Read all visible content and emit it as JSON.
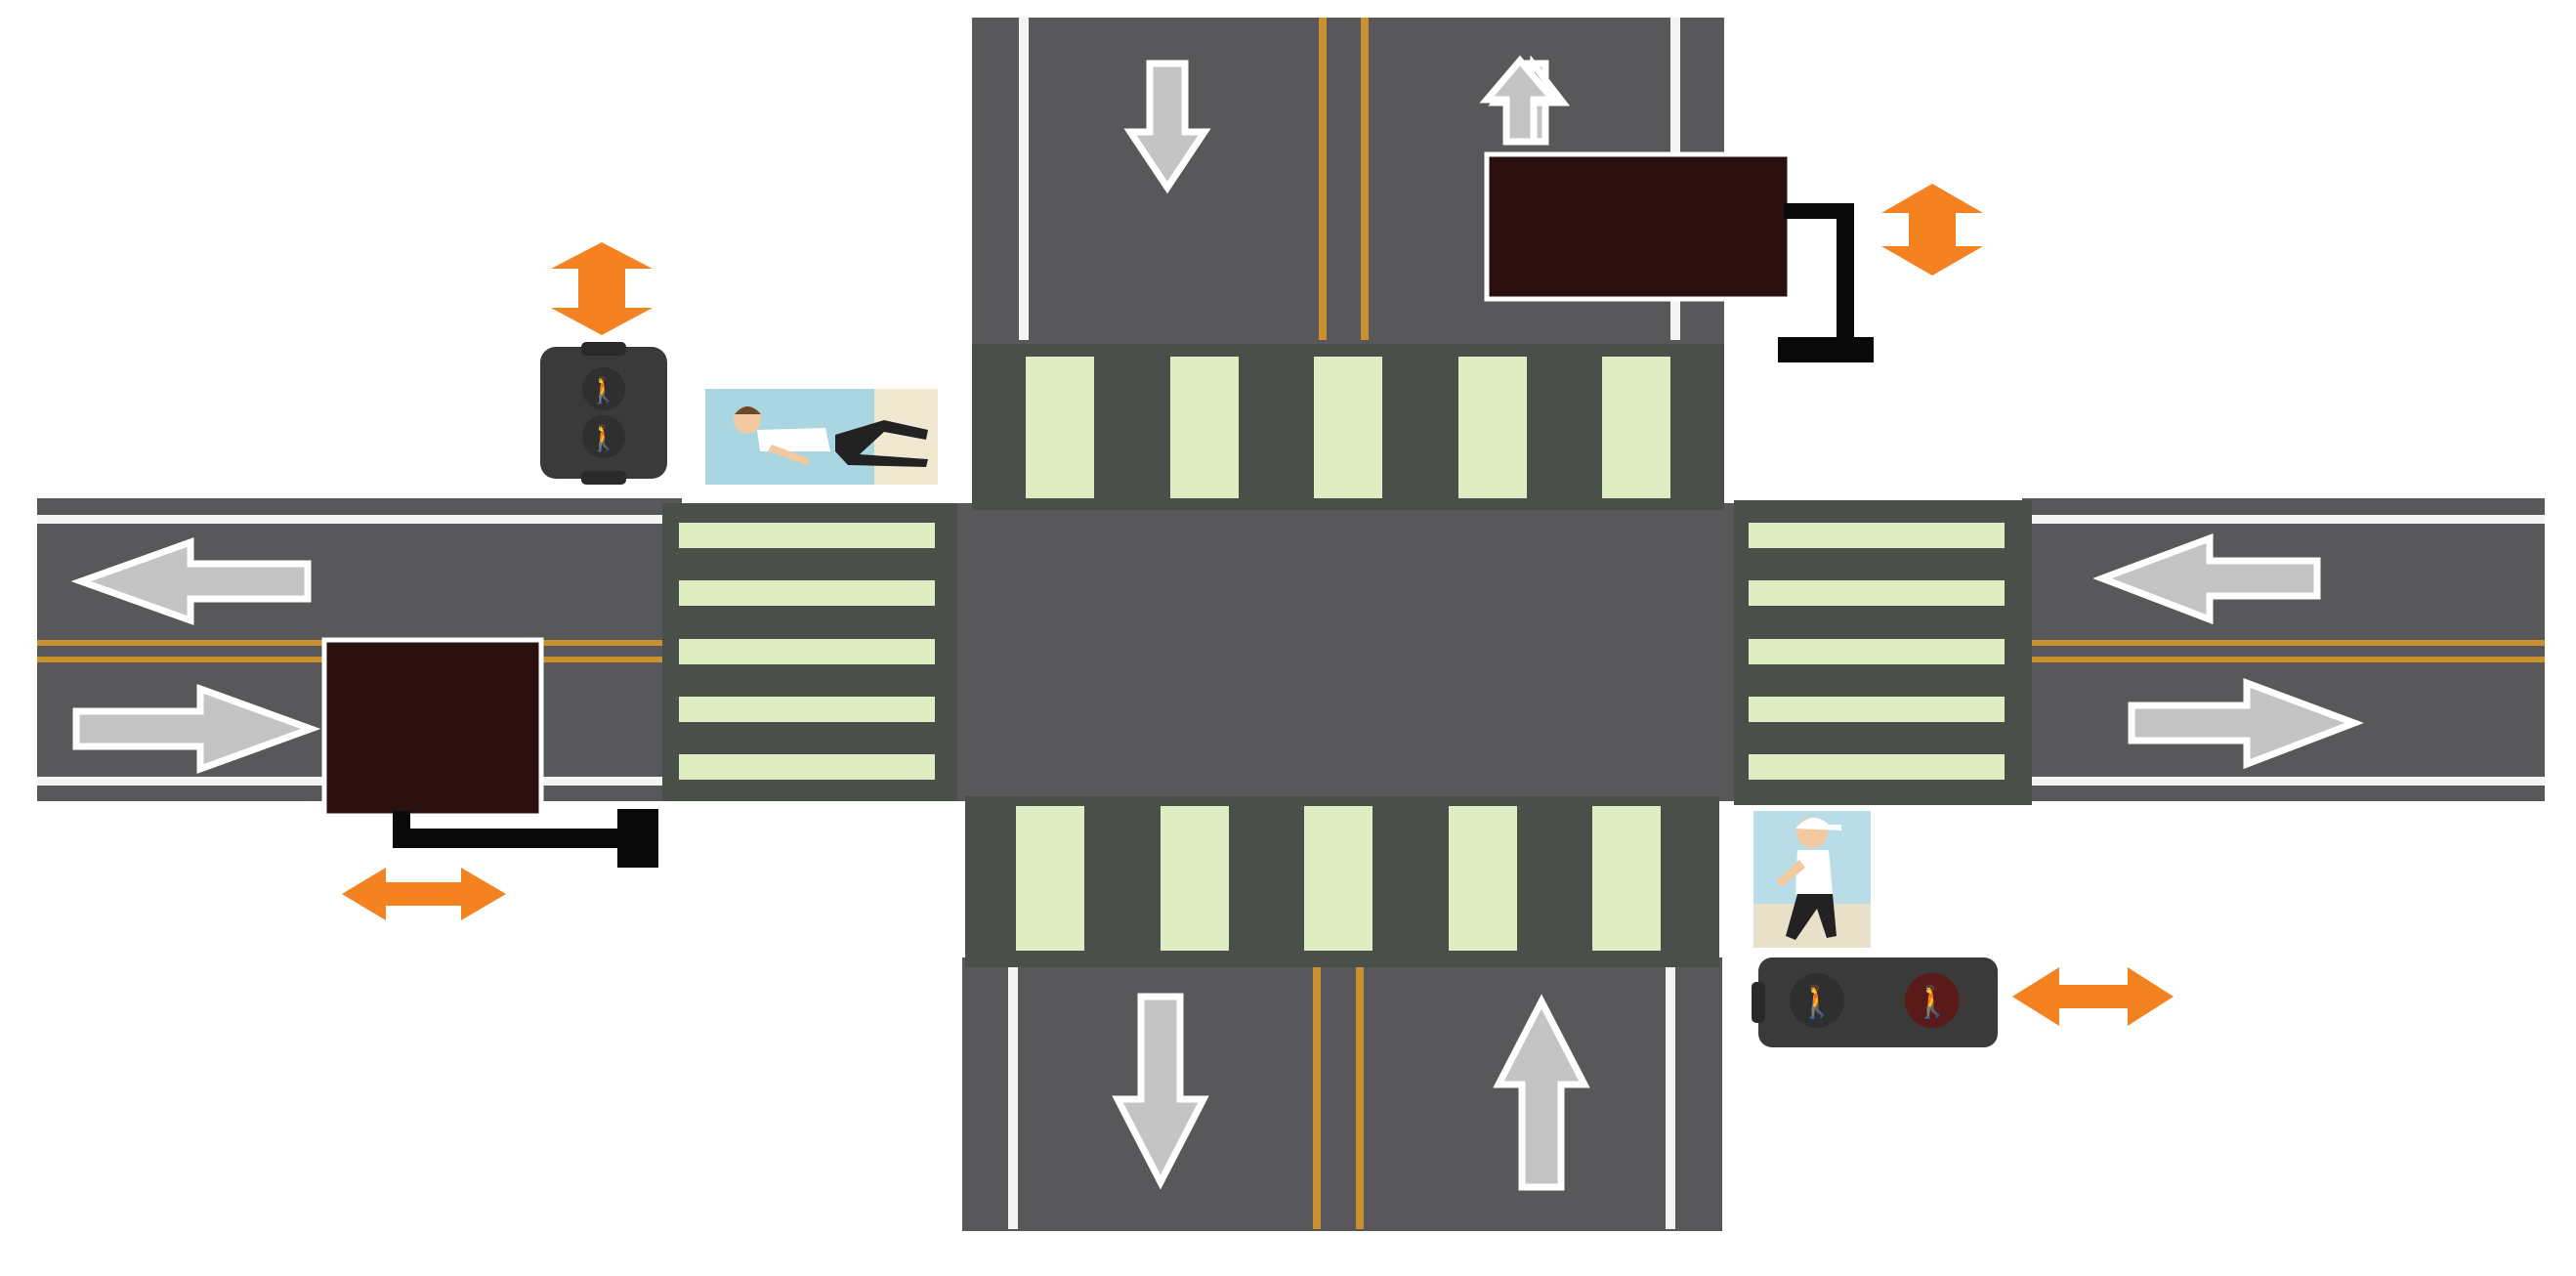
{
  "colors": {
    "background": "#ffffff",
    "asphalt": "#58585a",
    "crosswalk_pad": "#4b4f4a",
    "crosswalk_stripe": "#dfeec2",
    "lane_edge_line": "#f4f4f4",
    "center_line": "#c8902e",
    "direction_arrow_fill": "#c4c4c4",
    "direction_arrow_outline": "#ffffff",
    "indicator_arrow": "#f58220",
    "signal_head": "#2b1010",
    "signal_pole": "#0a0a0a",
    "ped_signal_housing": "#3a3a3a",
    "ped_red": "#d22a2a",
    "ped_green": "#2fb36d"
  },
  "scene": {
    "type": "four-way intersection, top-down view",
    "roads": [
      {
        "name": "north-road",
        "lanes": 2,
        "traffic": [
          "southbound",
          "northbound"
        ]
      },
      {
        "name": "south-road",
        "lanes": 2,
        "traffic": [
          "southbound",
          "northbound"
        ]
      },
      {
        "name": "west-road",
        "lanes": 2,
        "traffic": [
          "westbound",
          "eastbound"
        ]
      },
      {
        "name": "east-road",
        "lanes": 2,
        "traffic": [
          "westbound",
          "eastbound"
        ]
      }
    ],
    "crosswalks": [
      {
        "name": "crosswalk-north",
        "stripes": 5
      },
      {
        "name": "crosswalk-south",
        "stripes": 5
      },
      {
        "name": "crosswalk-west",
        "stripes": 5
      },
      {
        "name": "crosswalk-east",
        "stripes": 5
      }
    ],
    "direction_arrows": [
      "down",
      "up",
      "down",
      "up",
      "left",
      "right",
      "left",
      "right"
    ],
    "vehicle_signals": [
      {
        "name": "vehicle-signal-northeast",
        "state": "dark",
        "indicator": "vertical"
      },
      {
        "name": "vehicle-signal-southwest",
        "state": "dark",
        "indicator": "horizontal"
      }
    ],
    "pedestrian_signals": [
      {
        "name": "ped-signal-northwest",
        "orientation": "vertical",
        "active": "none",
        "indicator": "vertical"
      },
      {
        "name": "ped-signal-southeast",
        "orientation": "horizontal",
        "active": "both",
        "indicator": "horizontal"
      }
    ],
    "pedestrian_icons": [
      "pedestrian-walking-left",
      "pedestrian-walking-right"
    ]
  }
}
